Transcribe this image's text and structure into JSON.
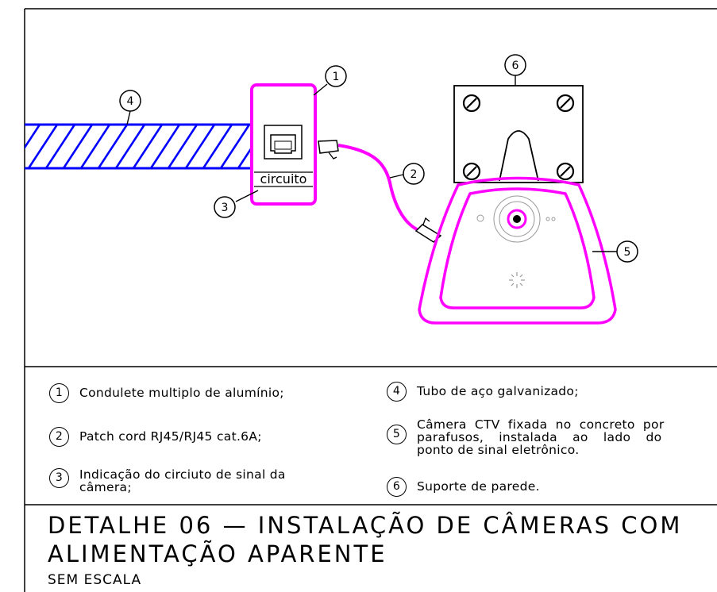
{
  "drawing": {
    "box_label": "circuito",
    "callouts": [
      "1",
      "2",
      "3",
      "4",
      "5",
      "6"
    ]
  },
  "legend": [
    {
      "num": "1",
      "lines": [
        "Condulete multiplo de alumínio;"
      ]
    },
    {
      "num": "2",
      "lines": [
        "Patch cord RJ45/RJ45 cat.6A;"
      ]
    },
    {
      "num": "3",
      "lines": [
        "Indicação do circiuto de sinal da",
        "câmera;"
      ]
    },
    {
      "num": "4",
      "lines": [
        "Tubo de aço galvanizado;"
      ]
    },
    {
      "num": "5",
      "lines": [
        "Câmera CTV fixada no concreto por",
        "parafusos, instalada ao lado do",
        "ponto de sinal eletrônico."
      ]
    },
    {
      "num": "6",
      "lines": [
        "Suporte de parede."
      ]
    }
  ],
  "title": {
    "line1": "DETALHE 06 — INSTALAÇÃO DE CÂMERAS COM",
    "line2": "ALIMENTAÇÃO APARENTE",
    "scale": "SEM ESCALA"
  },
  "colors": {
    "line": "#000000",
    "magenta": "#ff00ff",
    "blue": "#0000ff",
    "gray": "#9a9a9a"
  }
}
